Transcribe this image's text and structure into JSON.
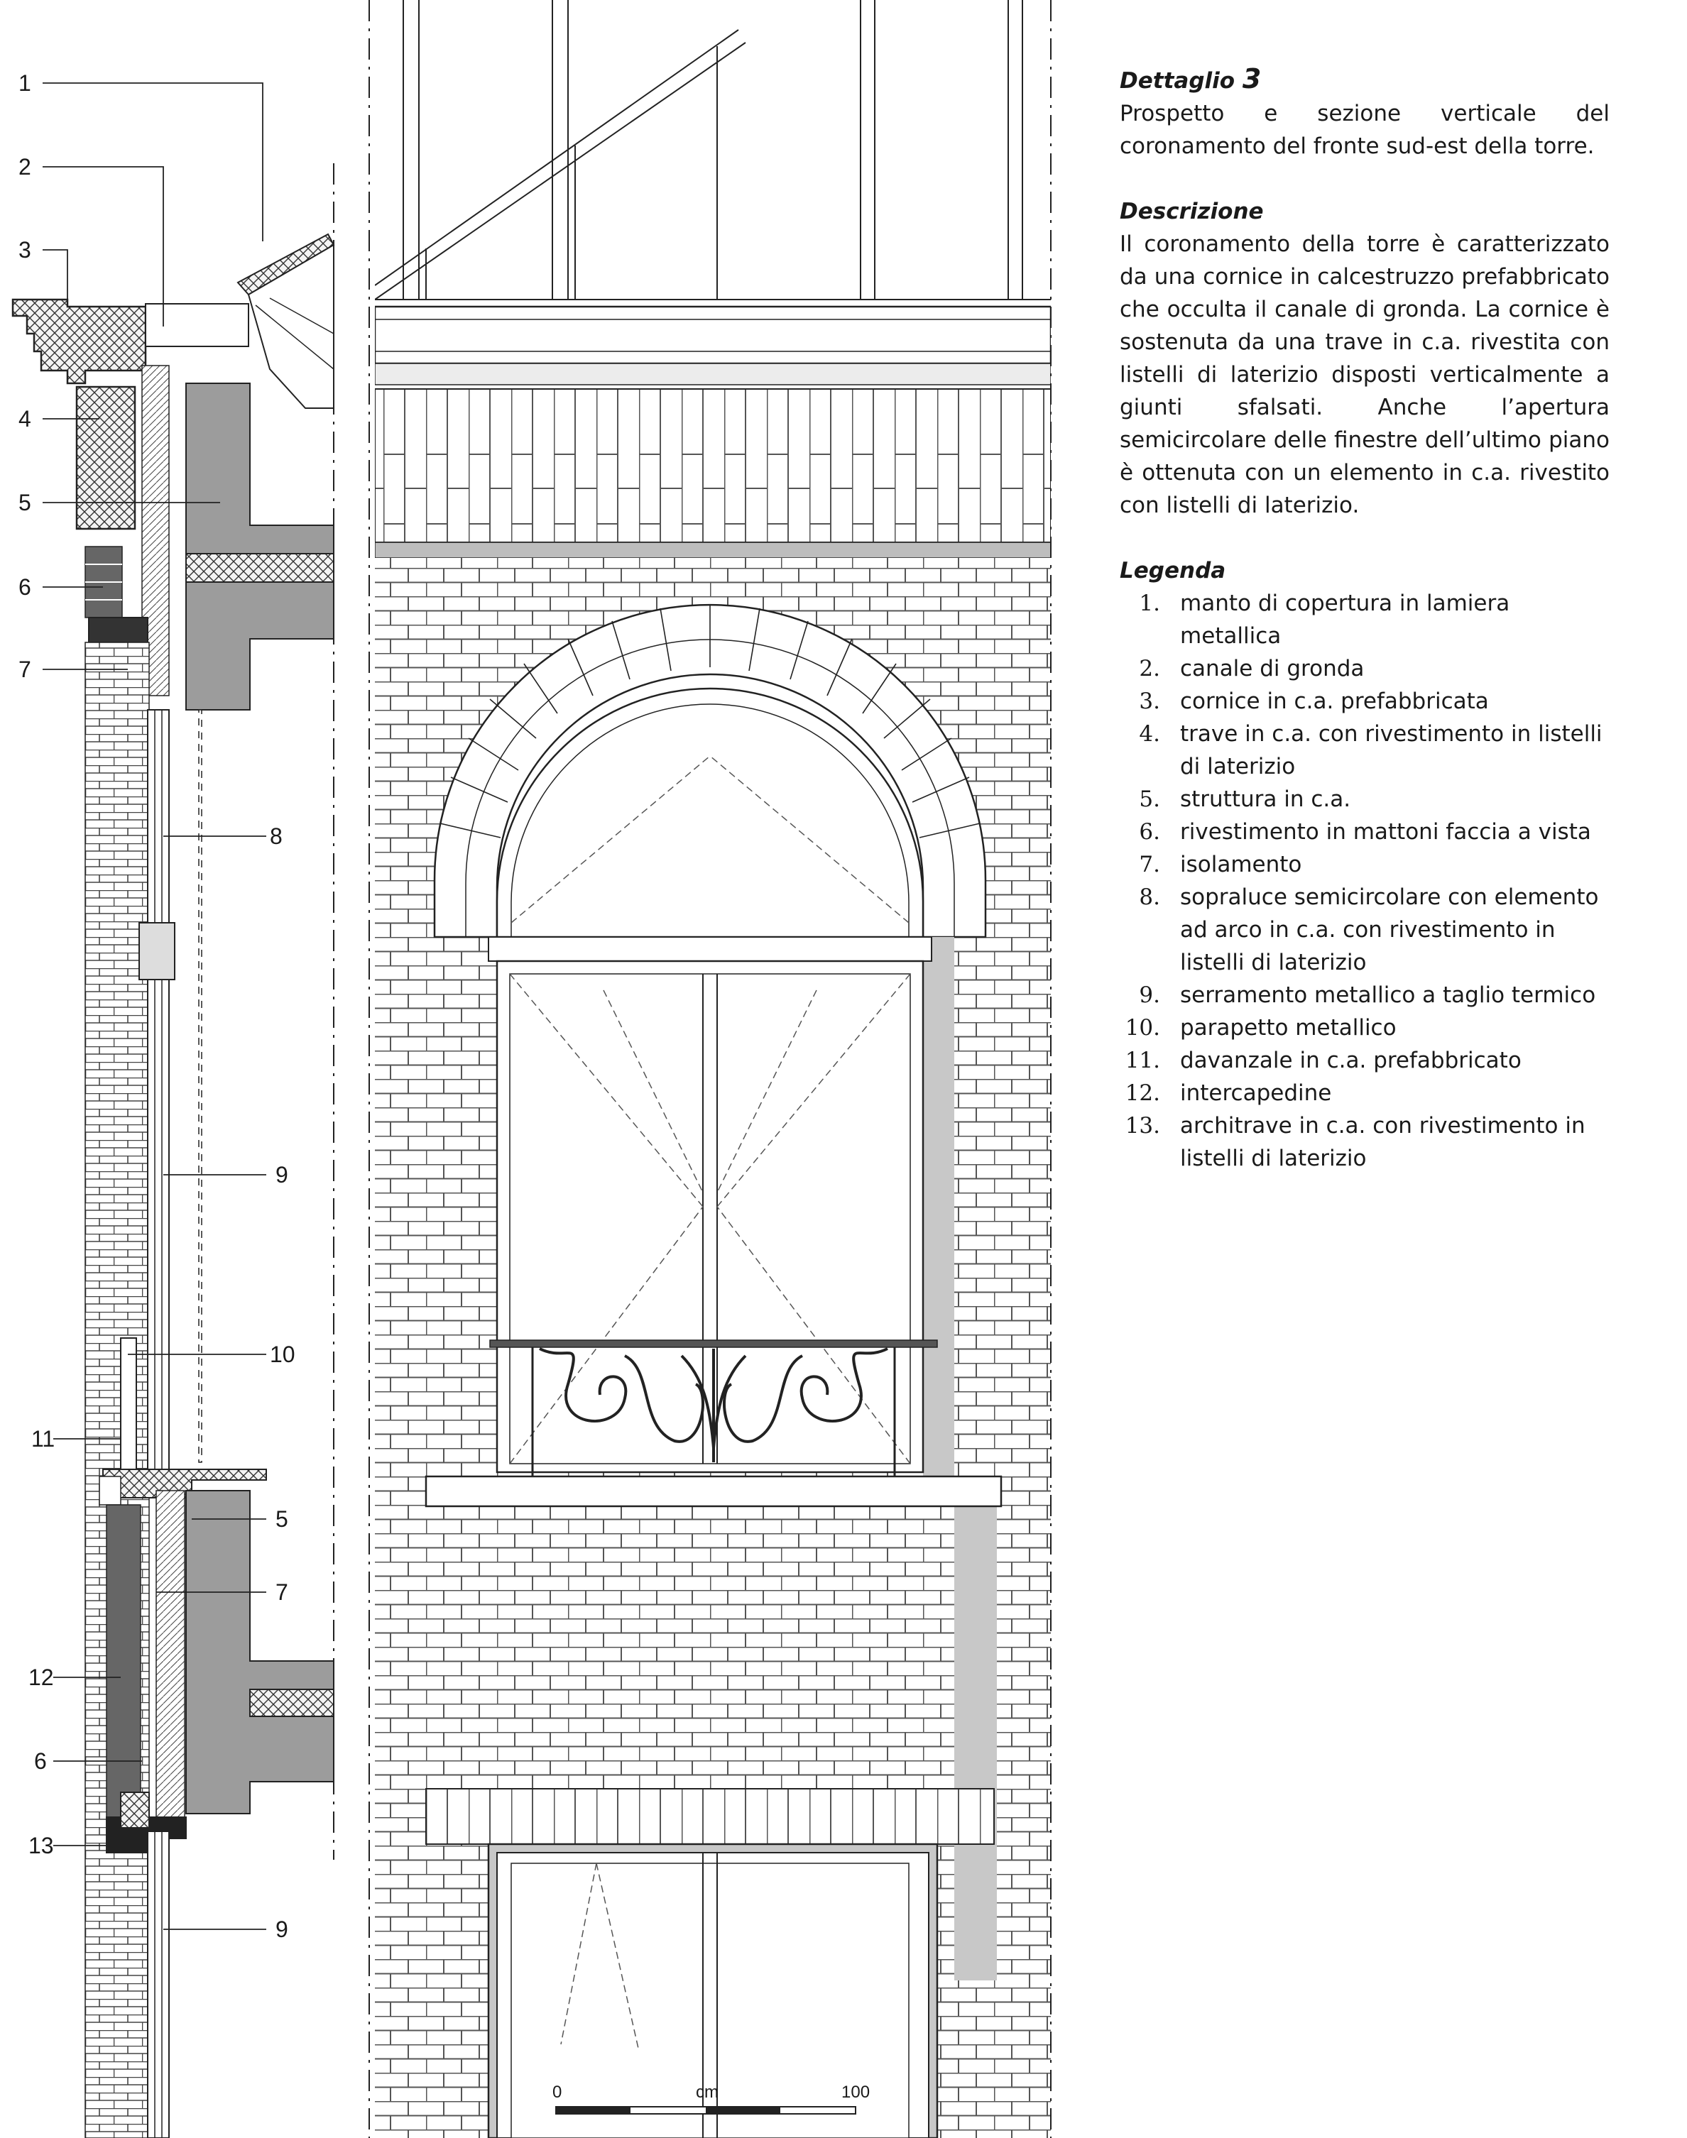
{
  "section_callouts": [
    {
      "key": "c1",
      "label": "1"
    },
    {
      "key": "c2",
      "label": "2"
    },
    {
      "key": "c3",
      "label": "3"
    },
    {
      "key": "c4",
      "label": "4"
    },
    {
      "key": "c5",
      "label": "5"
    },
    {
      "key": "c6",
      "label": "6"
    },
    {
      "key": "c7",
      "label": "7"
    },
    {
      "key": "c8",
      "label": "8"
    },
    {
      "key": "c9",
      "label": "9"
    },
    {
      "key": "c10",
      "label": "10"
    },
    {
      "key": "c11",
      "label": "11"
    },
    {
      "key": "c5b",
      "label": "5"
    },
    {
      "key": "c7b",
      "label": "7"
    },
    {
      "key": "c12",
      "label": "12"
    },
    {
      "key": "c6b",
      "label": "6"
    },
    {
      "key": "c13",
      "label": "13"
    },
    {
      "key": "c9b",
      "label": "9"
    }
  ],
  "scale_bar": {
    "start": "0",
    "unit": "cm",
    "end": "100"
  },
  "detail": {
    "title_word": "Dettaglio",
    "title_number": "3",
    "subtitle": "Prospetto e sezione verticale del coronamento del fronte sud-est della torre."
  },
  "description": {
    "heading": "Descrizione",
    "text": "Il coronamento della torre è caratterizzato da una cornice in calcestruzzo prefabbricato che occulta il canale di gronda. La cornice è sostenuta da una trave in c.a. rivestita con listelli di laterizio disposti verticalmente a giunti sfalsati. Anche l’apertura semicircolare delle finestre dell’ultimo piano è ottenuta con un elemento in c.a. rivestito con listelli di laterizio."
  },
  "legend": {
    "heading": "Legenda",
    "items": [
      {
        "num": "1.",
        "text": "manto di copertura in lamiera metallica"
      },
      {
        "num": "2.",
        "text": "canale di gronda"
      },
      {
        "num": "3.",
        "text": "cornice in c.a. prefabbricata"
      },
      {
        "num": "4.",
        "text": "trave in c.a. con rivestimento in listelli di laterizio"
      },
      {
        "num": "5.",
        "text": "struttura in c.a."
      },
      {
        "num": "6.",
        "text": "rivestimento in mattoni faccia a vista"
      },
      {
        "num": "7.",
        "text": "isolamento"
      },
      {
        "num": "8.",
        "text": "sopraluce semicircolare con elemento ad arco in c.a. con rivestimento in listelli di laterizio"
      },
      {
        "num": "9.",
        "text": "serramento metallico a taglio termico"
      },
      {
        "num": "10.",
        "text": "parapetto metallico"
      },
      {
        "num": "11.",
        "text": "davanzale in c.a. prefabbricato"
      },
      {
        "num": "12.",
        "text": "intercapedine"
      },
      {
        "num": "13.",
        "text": "architrave in c.a. con rivestimento in listelli di laterizio"
      }
    ]
  }
}
